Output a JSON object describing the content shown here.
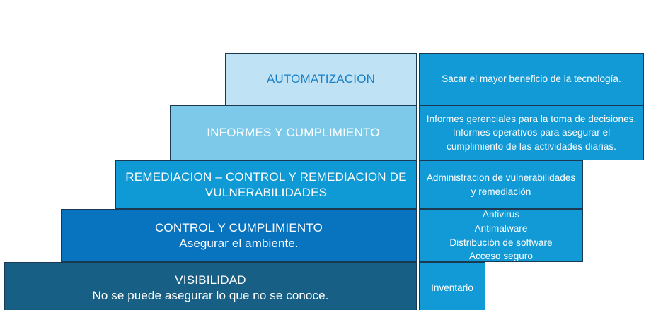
{
  "diagram": {
    "type": "staircase-maturity-model",
    "background_color": "#ffffff",
    "border_color": "#1b3a52",
    "steps": [
      {
        "id": "automatizacion",
        "level": 5,
        "title": "AUTOMATIZACION",
        "subtitle": "",
        "fill_color": "#bfe2f5",
        "text_color": "#1b7fc4",
        "detail": {
          "fill_color": "#119ad6",
          "lines": [
            "Sacar el mayor beneficio de la tecnología."
          ]
        }
      },
      {
        "id": "informes-y-cumplimiento",
        "level": 4,
        "title": "INFORMES Y CUMPLIMIENTO",
        "subtitle": "",
        "fill_color": "#7cc9e9",
        "text_color": "#ffffff",
        "detail": {
          "fill_color": "#119ad6",
          "lines": [
            "Informes gerenciales para la toma de decisiones.",
            "Informes operativos para asegurar el",
            "cumplimiento de las actividades diarias."
          ]
        }
      },
      {
        "id": "remediacion",
        "level": 3,
        "title": "REMEDIACION – CONTROL Y REMEDIACION DE VULNERABILIDADES",
        "subtitle": "",
        "fill_color": "#109ad5",
        "text_color": "#ffffff",
        "detail": {
          "fill_color": "#119ad6",
          "lines": [
            "Administracion de vulnerabilidades",
            "y remediación"
          ]
        }
      },
      {
        "id": "control-y-cumplimiento",
        "level": 2,
        "title": "CONTROL Y CUMPLIMIENTO",
        "subtitle": "Asegurar el ambiente.",
        "fill_color": "#0873bf",
        "text_color": "#ffffff",
        "detail": {
          "fill_color": "#119ad6",
          "lines": [
            "Antivirus",
            "Antimalware",
            "Distribución de software",
            "Acceso seguro"
          ]
        }
      },
      {
        "id": "visibilidad",
        "level": 1,
        "title": "VISIBILIDAD",
        "subtitle": "No se puede asegurar lo que no se conoce.",
        "fill_color": "#185f85",
        "text_color": "#ffffff",
        "detail": {
          "fill_color": "#119ad6",
          "lines": [
            "Inventario"
          ]
        }
      }
    ]
  }
}
